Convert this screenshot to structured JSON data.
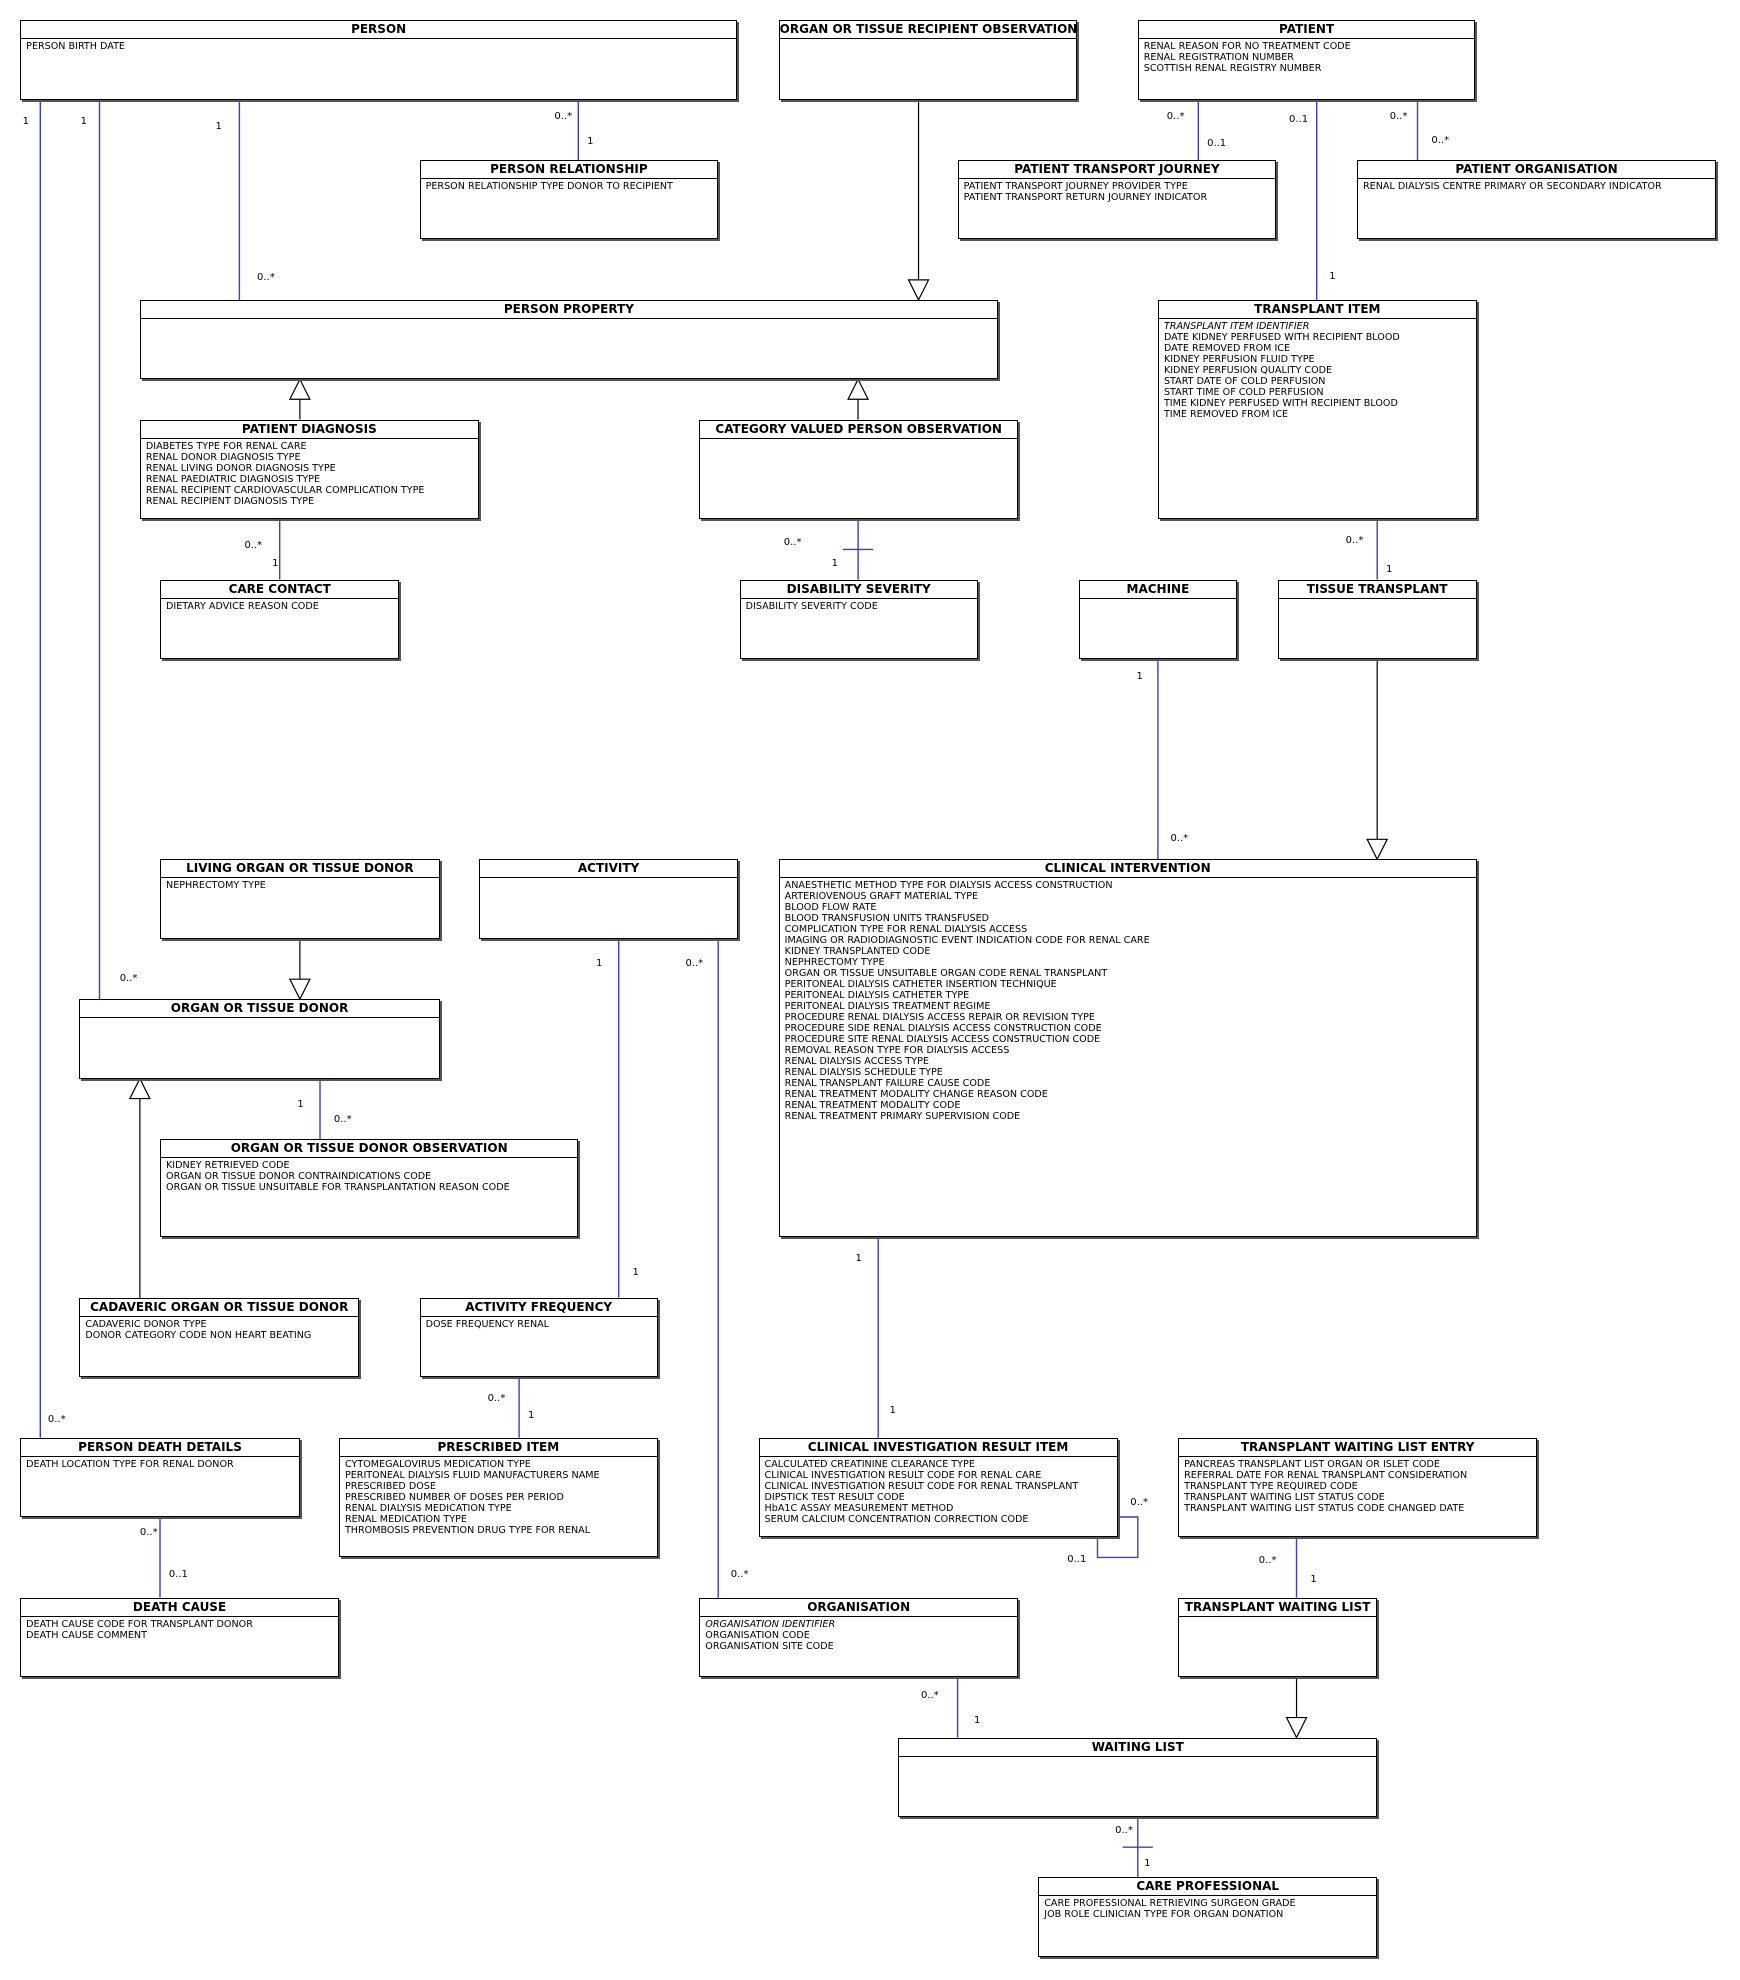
{
  "entities": {
    "person": {
      "name": "PERSON",
      "attributes": [
        "PERSON BIRTH DATE"
      ]
    },
    "recipient_obs": {
      "name": "ORGAN OR TISSUE RECIPIENT OBSERVATION",
      "attributes": []
    },
    "patient": {
      "name": "PATIENT",
      "attributes": [
        "RENAL REASON FOR NO TREATMENT CODE",
        "RENAL REGISTRATION NUMBER",
        "SCOTTISH RENAL REGISTRY NUMBER"
      ]
    },
    "person_relationship": {
      "name": "PERSON RELATIONSHIP",
      "attributes": [
        "PERSON RELATIONSHIP TYPE DONOR TO RECIPIENT"
      ]
    },
    "patient_transport": {
      "name": "PATIENT TRANSPORT JOURNEY",
      "attributes": [
        "PATIENT TRANSPORT JOURNEY PROVIDER TYPE",
        "PATIENT TRANSPORT RETURN JOURNEY INDICATOR"
      ]
    },
    "patient_org": {
      "name": "PATIENT ORGANISATION",
      "attributes": [
        "RENAL DIALYSIS CENTRE PRIMARY OR SECONDARY INDICATOR"
      ]
    },
    "person_property": {
      "name": "PERSON PROPERTY",
      "attributes": []
    },
    "transplant_item": {
      "name": "TRANSPLANT ITEM",
      "identifier": "TRANSPLANT ITEM IDENTIFIER",
      "attributes": [
        "DATE KIDNEY PERFUSED WITH RECIPIENT BLOOD",
        "DATE REMOVED FROM ICE",
        "KIDNEY PERFUSION FLUID TYPE",
        "KIDNEY PERFUSION QUALITY CODE",
        "START DATE OF COLD PERFUSION",
        "START TIME OF COLD PERFUSION",
        "TIME KIDNEY PERFUSED WITH RECIPIENT BLOOD",
        "TIME REMOVED FROM ICE"
      ]
    },
    "patient_diagnosis": {
      "name": "PATIENT DIAGNOSIS",
      "attributes": [
        "DIABETES TYPE FOR RENAL CARE",
        "RENAL DONOR DIAGNOSIS TYPE",
        "RENAL LIVING DONOR DIAGNOSIS TYPE",
        "RENAL PAEDIATRIC DIAGNOSIS TYPE",
        "RENAL RECIPIENT CARDIOVASCULAR COMPLICATION TYPE",
        "RENAL RECIPIENT DIAGNOSIS TYPE"
      ]
    },
    "category_obs": {
      "name": "CATEGORY VALUED PERSON OBSERVATION",
      "attributes": []
    },
    "care_contact": {
      "name": "CARE CONTACT",
      "attributes": [
        "DIETARY ADVICE REASON CODE"
      ]
    },
    "disability": {
      "name": "DISABILITY SEVERITY",
      "attributes": [
        "DISABILITY SEVERITY CODE"
      ]
    },
    "machine": {
      "name": "MACHINE",
      "attributes": []
    },
    "tissue_transplant": {
      "name": "TISSUE TRANSPLANT",
      "attributes": []
    },
    "living_donor": {
      "name": "LIVING ORGAN OR TISSUE DONOR",
      "attributes": [
        "NEPHRECTOMY TYPE"
      ]
    },
    "activity": {
      "name": "ACTIVITY",
      "attributes": []
    },
    "clinical_intervention": {
      "name": "CLINICAL INTERVENTION",
      "attributes": [
        "ANAESTHETIC METHOD TYPE FOR DIALYSIS ACCESS CONSTRUCTION",
        "ARTERIOVENOUS GRAFT MATERIAL TYPE",
        "BLOOD FLOW RATE",
        "BLOOD TRANSFUSION UNITS TRANSFUSED",
        "COMPLICATION TYPE FOR RENAL DIALYSIS ACCESS",
        "IMAGING OR RADIODIAGNOSTIC EVENT INDICATION CODE FOR RENAL CARE",
        "KIDNEY TRANSPLANTED CODE",
        "NEPHRECTOMY TYPE",
        "ORGAN OR TISSUE UNSUITABLE ORGAN CODE RENAL TRANSPLANT",
        "PERITONEAL DIALYSIS CATHETER INSERTION TECHNIQUE",
        "PERITONEAL DIALYSIS CATHETER TYPE",
        "PERITONEAL DIALYSIS TREATMENT REGIME",
        "PROCEDURE RENAL DIALYSIS ACCESS REPAIR OR REVISION TYPE",
        "PROCEDURE SIDE RENAL DIALYSIS ACCESS CONSTRUCTION CODE",
        "PROCEDURE SITE RENAL DIALYSIS ACCESS CONSTRUCTION CODE",
        "REMOVAL REASON TYPE FOR DIALYSIS ACCESS",
        "RENAL DIALYSIS ACCESS TYPE",
        "RENAL DIALYSIS SCHEDULE TYPE",
        "RENAL TRANSPLANT FAILURE CAUSE CODE",
        "RENAL TREATMENT MODALITY CHANGE REASON CODE",
        "RENAL TREATMENT MODALITY CODE",
        "RENAL TREATMENT PRIMARY SUPERVISION CODE"
      ]
    },
    "donor": {
      "name": "ORGAN OR TISSUE DONOR",
      "attributes": []
    },
    "donor_obs": {
      "name": "ORGAN OR TISSUE DONOR OBSERVATION",
      "attributes": [
        "KIDNEY RETRIEVED CODE",
        "ORGAN OR TISSUE DONOR CONTRAINDICATIONS CODE",
        "ORGAN OR TISSUE UNSUITABLE FOR TRANSPLANTATION REASON CODE"
      ]
    },
    "cadaveric_donor": {
      "name": "CADAVERIC ORGAN OR TISSUE DONOR",
      "attributes": [
        "CADAVERIC DONOR TYPE",
        "DONOR CATEGORY CODE NON HEART BEATING"
      ]
    },
    "activity_frequency": {
      "name": "ACTIVITY FREQUENCY",
      "attributes": [
        "DOSE FREQUENCY RENAL"
      ]
    },
    "person_death": {
      "name": "PERSON DEATH DETAILS",
      "attributes": [
        "DEATH LOCATION TYPE FOR RENAL DONOR"
      ]
    },
    "prescribed_item": {
      "name": "PRESCRIBED ITEM",
      "attributes": [
        "CYTOMEGALOVIRUS MEDICATION TYPE",
        "PERITONEAL DIALYSIS FLUID MANUFACTURERS NAME",
        "PRESCRIBED DOSE",
        "PRESCRIBED NUMBER OF DOSES PER PERIOD",
        "RENAL DIALYSIS MEDICATION TYPE",
        "RENAL MEDICATION TYPE",
        "THROMBOSIS PREVENTION DRUG TYPE FOR RENAL"
      ]
    },
    "clinical_result": {
      "name": "CLINICAL INVESTIGATION RESULT ITEM",
      "attributes": [
        "CALCULATED CREATININE CLEARANCE TYPE",
        "CLINICAL INVESTIGATION RESULT CODE FOR RENAL CARE",
        "CLINICAL INVESTIGATION RESULT CODE FOR RENAL TRANSPLANT",
        "DIPSTICK TEST RESULT CODE",
        "HbA1C ASSAY MEASUREMENT METHOD",
        "SERUM CALCIUM CONCENTRATION CORRECTION CODE"
      ]
    },
    "waiting_list_entry": {
      "name": "TRANSPLANT WAITING LIST ENTRY",
      "attributes": [
        "PANCREAS TRANSPLANT LIST ORGAN OR ISLET CODE",
        "REFERRAL DATE FOR RENAL TRANSPLANT CONSIDERATION",
        "TRANSPLANT TYPE REQUIRED CODE",
        "TRANSPLANT WAITING LIST STATUS CODE",
        "TRANSPLANT WAITING LIST STATUS CODE CHANGED DATE"
      ]
    },
    "death_cause": {
      "name": "DEATH CAUSE",
      "attributes": [
        "DEATH CAUSE CODE FOR TRANSPLANT DONOR",
        "DEATH CAUSE COMMENT"
      ]
    },
    "organisation": {
      "name": "ORGANISATION",
      "identifier": "ORGANISATION IDENTIFIER",
      "attributes": [
        "ORGANISATION CODE",
        "ORGANISATION SITE CODE"
      ]
    },
    "transplant_waiting_list": {
      "name": "TRANSPLANT WAITING LIST",
      "attributes": []
    },
    "waiting_list": {
      "name": "WAITING LIST",
      "attributes": []
    },
    "care_professional": {
      "name": "CARE PROFESSIONAL",
      "attributes": [
        "CARE PROFESSIONAL RETRIEVING SURGEON GRADE",
        "JOB ROLE CLINICIAN TYPE FOR ORGAN DONATION"
      ]
    }
  },
  "multiplicities": [
    "1",
    "1",
    "1",
    "0..*",
    "1",
    "0..*",
    "0..*",
    "0..1",
    "0..1",
    "0..*",
    "0..*",
    "1",
    "0..*",
    "1",
    "0..*",
    "1",
    "0..*",
    "1",
    "1",
    "0..*",
    "1",
    "0..*",
    "0..*",
    "1",
    "0..*",
    "1",
    "1",
    "0..*",
    "0..*",
    "1",
    "0..*",
    "0..1",
    "1",
    "0..*",
    "0..1",
    "0..*",
    "1",
    "0..*",
    "0..*",
    "1",
    "0..*",
    "1",
    "1",
    "0..*"
  ],
  "colors": {
    "line": "#3b3bd6",
    "border": "#000000",
    "shadow": "#555555",
    "arrow": "#000000"
  }
}
